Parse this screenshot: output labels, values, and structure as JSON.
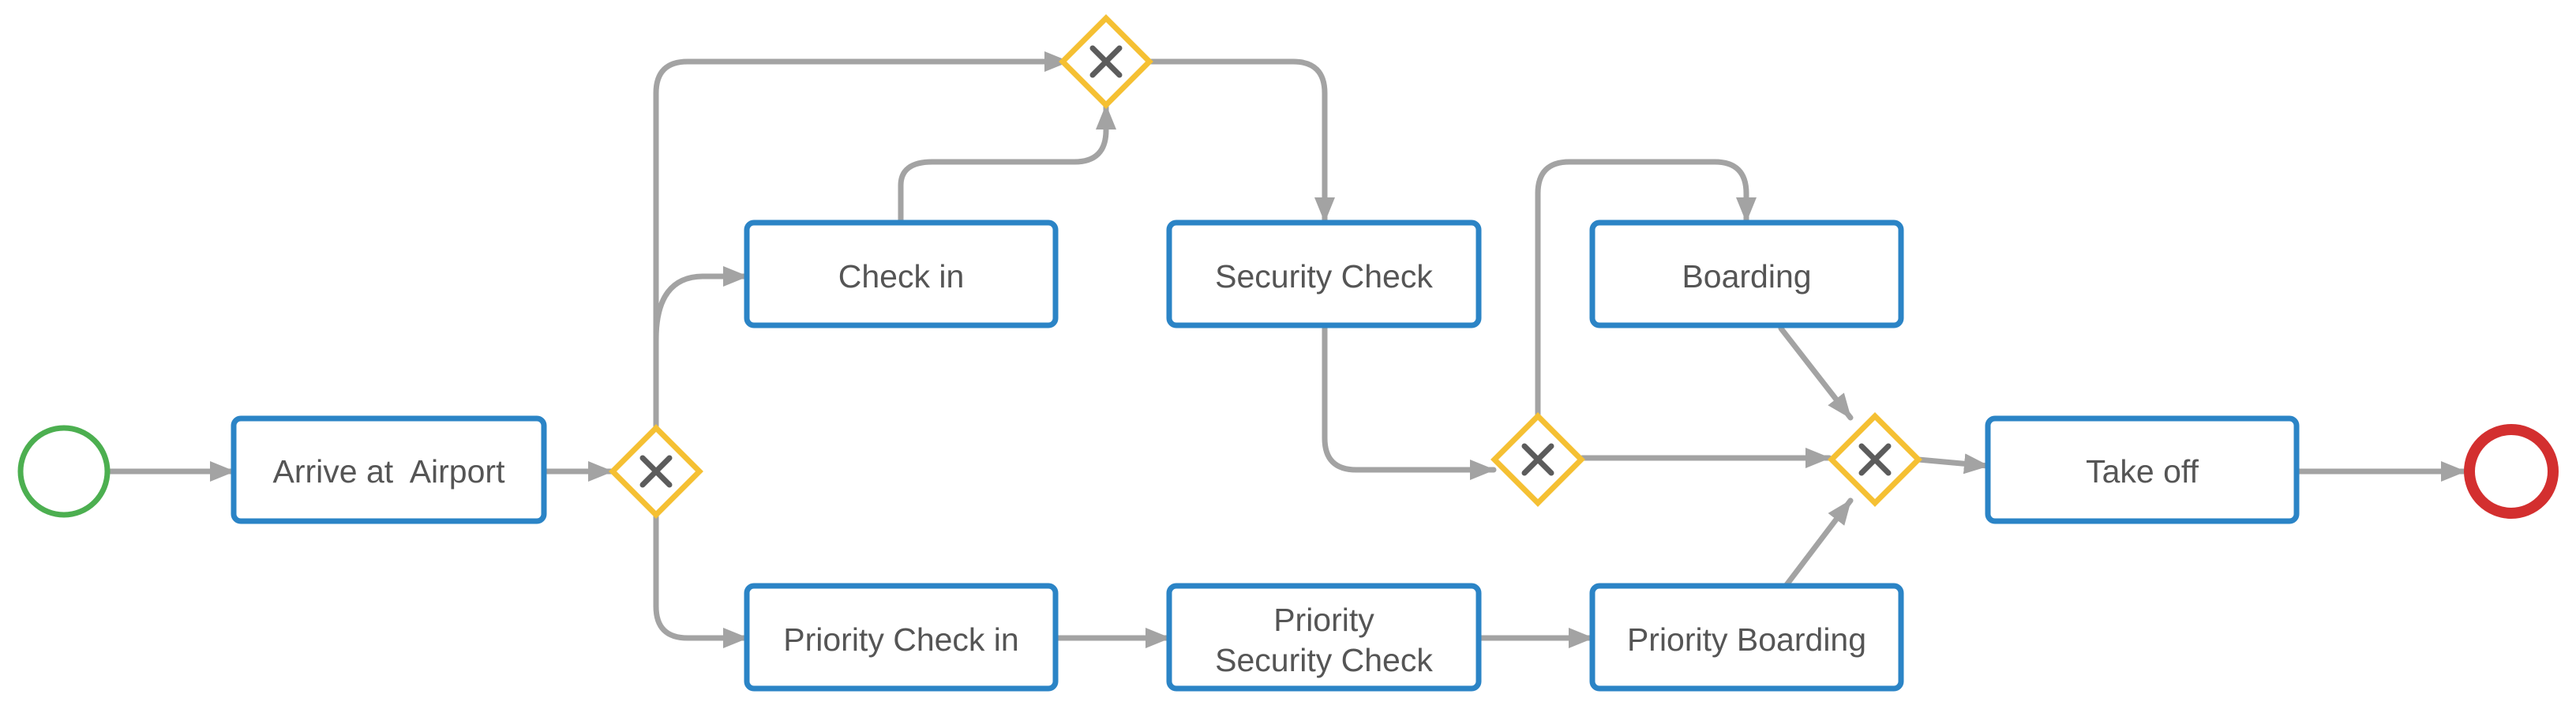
{
  "colors": {
    "task_border": "#2b84c6",
    "gateway_border": "#f5c033",
    "start_event": "#4caf50",
    "end_event": "#d32f2f",
    "flow": "#a3a3a3",
    "text": "#555555"
  },
  "events": {
    "start": {
      "type": "start",
      "icon": "start-event-circle"
    },
    "end": {
      "type": "end",
      "icon": "end-event-circle"
    }
  },
  "gateways": [
    {
      "id": "g1",
      "type": "exclusive",
      "icon": "exclusive-gateway-x"
    },
    {
      "id": "g2",
      "type": "exclusive",
      "icon": "exclusive-gateway-x"
    },
    {
      "id": "g3",
      "type": "exclusive",
      "icon": "exclusive-gateway-x"
    },
    {
      "id": "g4",
      "type": "exclusive",
      "icon": "exclusive-gateway-x"
    }
  ],
  "tasks": {
    "arrive": {
      "lines": [
        "Arrive at  Airport"
      ]
    },
    "checkin": {
      "lines": [
        "Check in"
      ]
    },
    "security": {
      "lines": [
        "Security Check"
      ]
    },
    "boarding": {
      "lines": [
        "Boarding"
      ]
    },
    "takeoff": {
      "lines": [
        "Take off"
      ]
    },
    "priority_checkin": {
      "lines": [
        "Priority Check in"
      ]
    },
    "priority_security": {
      "lines": [
        "Priority",
        "Security Check"
      ]
    },
    "priority_boarding": {
      "lines": [
        "Priority Boarding"
      ]
    }
  }
}
